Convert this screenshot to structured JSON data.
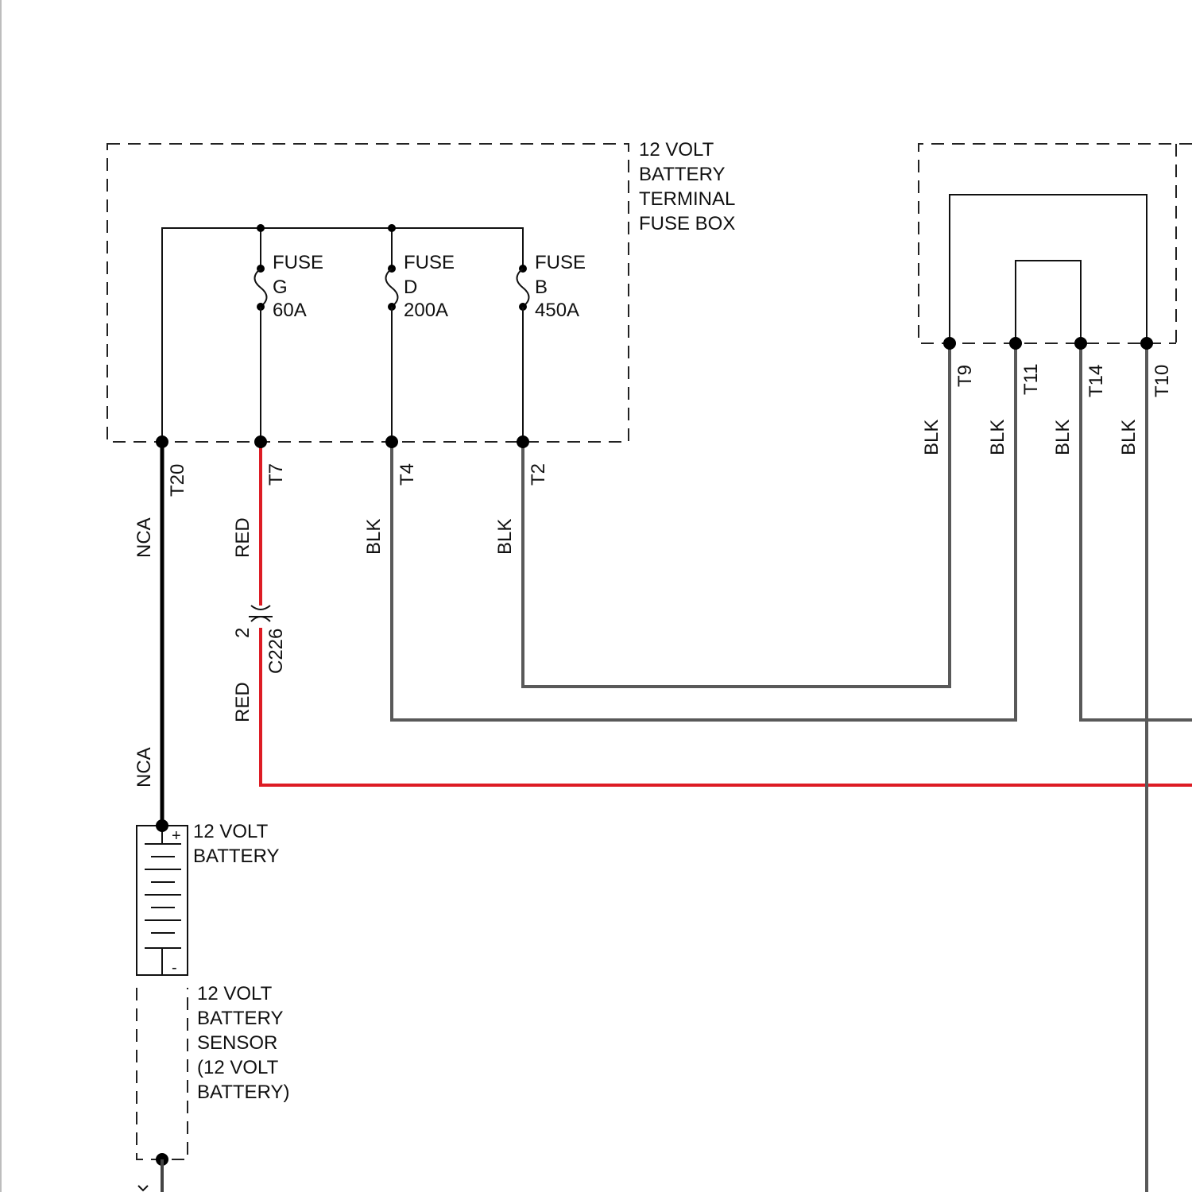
{
  "fuse_box": {
    "label": [
      "12 VOLT",
      "BATTERY",
      "TERMINAL",
      "FUSE BOX"
    ],
    "fuses": [
      {
        "name": "FUSE",
        "letter": "G",
        "rating": "60A"
      },
      {
        "name": "FUSE",
        "letter": "D",
        "rating": "200A"
      },
      {
        "name": "FUSE",
        "letter": "B",
        "rating": "450A"
      }
    ],
    "terminals": [
      "T20",
      "T7",
      "T4",
      "T2"
    ]
  },
  "right_module": {
    "terminals": [
      "T9",
      "T11",
      "T14",
      "T10"
    ]
  },
  "wires": {
    "nca_upper": "NCA",
    "nca_lower": "NCA",
    "red_upper": "RED",
    "red_lower": "RED",
    "blk_t4": "BLK",
    "blk_t2": "BLK",
    "blk_t9": "BLK",
    "blk_t11": "BLK",
    "blk_t14": "BLK",
    "blk_t10": "BLK"
  },
  "connector": {
    "pin": "2",
    "name": "C226"
  },
  "battery": {
    "label": [
      "12 VOLT",
      "BATTERY"
    ],
    "plus": "+",
    "minus": "-"
  },
  "sensor": {
    "label": [
      "12 VOLT",
      "BATTERY",
      "SENSOR",
      "(12 VOLT",
      "BATTERY)"
    ]
  },
  "colors": {
    "red_wire": "#dd1c24",
    "black_wire": "#595959",
    "nca_wire": "#000000"
  }
}
